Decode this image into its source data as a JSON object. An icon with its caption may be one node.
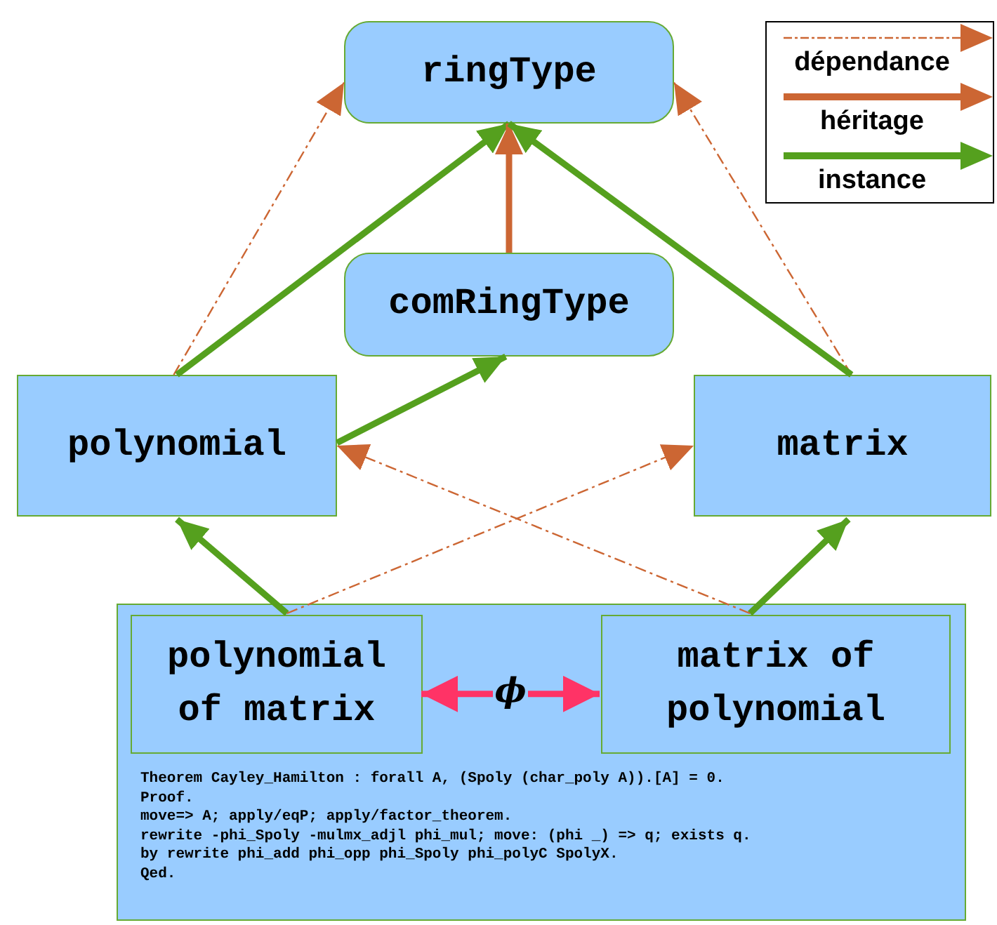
{
  "diagram": {
    "nodes": [
      {
        "text": [
          "ringType"
        ]
      },
      {
        "text": [
          "comRingType"
        ]
      },
      {
        "text": [
          "polynomial"
        ]
      },
      {
        "text": [
          "matrix"
        ]
      },
      {
        "text": [
          "Theorem Cayley_Hamilton : forall A, (Spoly (char_poly A)).[A] = 0.",
          "Proof.",
          "move=> A; apply/eqP; apply/factor_theorem.",
          "rewrite -phi_Spoly -mulmx_adjl phi_mul; move: (phi _) => q; exists q.",
          "by rewrite phi_add phi_opp phi_Spoly phi_polyC SpolyX.",
          "Qed."
        ]
      },
      {
        "text": [
          "polynomial of matrix"
        ],
        "in": 4
      },
      {
        "text": [
          "matrix of polynomial"
        ],
        "in": 4
      }
    ],
    "edges": [
      {
        "from": 2,
        "to": 0,
        "arrow": "to",
        "style": "dashed",
        "color": "#cc6633"
      },
      {
        "from": 3,
        "to": 0,
        "arrow": "to",
        "style": "dashed",
        "color": "#cc6633"
      },
      {
        "from": 2,
        "to": 0,
        "arrow": "to",
        "color": "#55a01e"
      },
      {
        "from": 1,
        "to": 0,
        "arrow": "to",
        "color": "#cc6633"
      },
      {
        "from": 3,
        "to": 0,
        "arrow": "to",
        "color": "#55a01e"
      },
      {
        "from": 2,
        "to": 1,
        "arrow": "to",
        "color": "#55a01e"
      },
      {
        "from": 5,
        "to": 2,
        "arrow": "to",
        "color": "#55a01e"
      },
      {
        "from": 6,
        "to": 3,
        "arrow": "to",
        "color": "#55a01e"
      },
      {
        "from": 5,
        "to": 3,
        "arrow": "to",
        "style": "dashed",
        "color": "#cc6633"
      },
      {
        "from": 6,
        "to": 2,
        "arrow": "to",
        "style": "dashed",
        "color": "#cc6633"
      },
      {
        "from": 5,
        "to": 6,
        "arrow": "both",
        "label": "ϕ",
        "color": "#ff3366"
      }
    ],
    "legend": [
      {
        "text": "dépendance"
      },
      {
        "text": "héritage"
      },
      {
        "text": "instance"
      }
    ]
  }
}
